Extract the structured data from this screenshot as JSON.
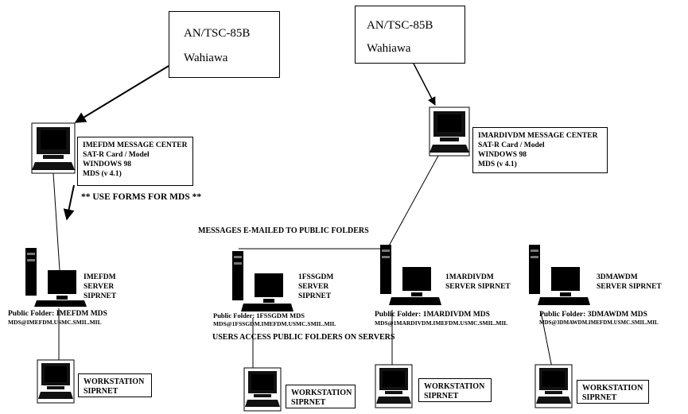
{
  "relays": [
    {
      "name": "AN/TSC-85B",
      "site": "Wahiawa"
    },
    {
      "name": "AN/TSC-85B",
      "site": "Wahiawa"
    }
  ],
  "message_centers": [
    {
      "title": "IMEFDM MESSAGE CENTER",
      "card": "SAT-R Card / Model",
      "os": "WINDOWS 98",
      "mds": "MDS (v 4.1)"
    },
    {
      "title": "IMARDIVDM MESSAGE CENTER",
      "card": "SAT-R Card / Model",
      "os": "WINDOWS 98",
      "mds": "MDS (v 4.1)"
    }
  ],
  "notes": {
    "use_forms": "** USE FORMS FOR MDS **",
    "emailed": "MESSAGES E-MAILED TO PUBLIC FOLDERS",
    "users_access": "USERS ACCESS PUBLIC FOLDERS ON SERVERS"
  },
  "servers": [
    {
      "name": "IMEFDM",
      "l2": "SERVER",
      "l3": "SIPRNET",
      "folder": "Public Folder: IMEFDM MDS",
      "address": "MDS@IMEFDM.USMC.SMIL.MIL"
    },
    {
      "name": "1FSSGDM",
      "l2": "SERVER",
      "l3": "SIPRNET",
      "folder": "Public Folder: 1FSSGDM MDS",
      "address": "MDS@1FSSGDM.IMEFDM.USMC.SMIL.MIL"
    },
    {
      "name": "1MARDIVDM",
      "l2": "SERVER SIPRNET",
      "l3": "",
      "folder": "Public Folder: 1MARDIVDM MDS",
      "address": "MDS@1MARDIVDM.IMEFDM.USMC.SMIL.MIL"
    },
    {
      "name": "3DMAWDM",
      "l2": "SERVER SIPRNET",
      "l3": "",
      "folder": "Public Folder: 3DMAWDM MDS",
      "address": "MDS@3DMAWDM.IMEFDM.USMC.SMIL.MIL"
    }
  ],
  "workstations": [
    {
      "l1": "WORKSTATION",
      "l2": "SIPRNET"
    },
    {
      "l1": "WORKSTATION",
      "l2": "SIPRNET"
    },
    {
      "l1": "WORKSTATION",
      "l2": "SIPRNET"
    },
    {
      "l1": "WORKSTATION",
      "l2": "SIPRNET"
    }
  ]
}
